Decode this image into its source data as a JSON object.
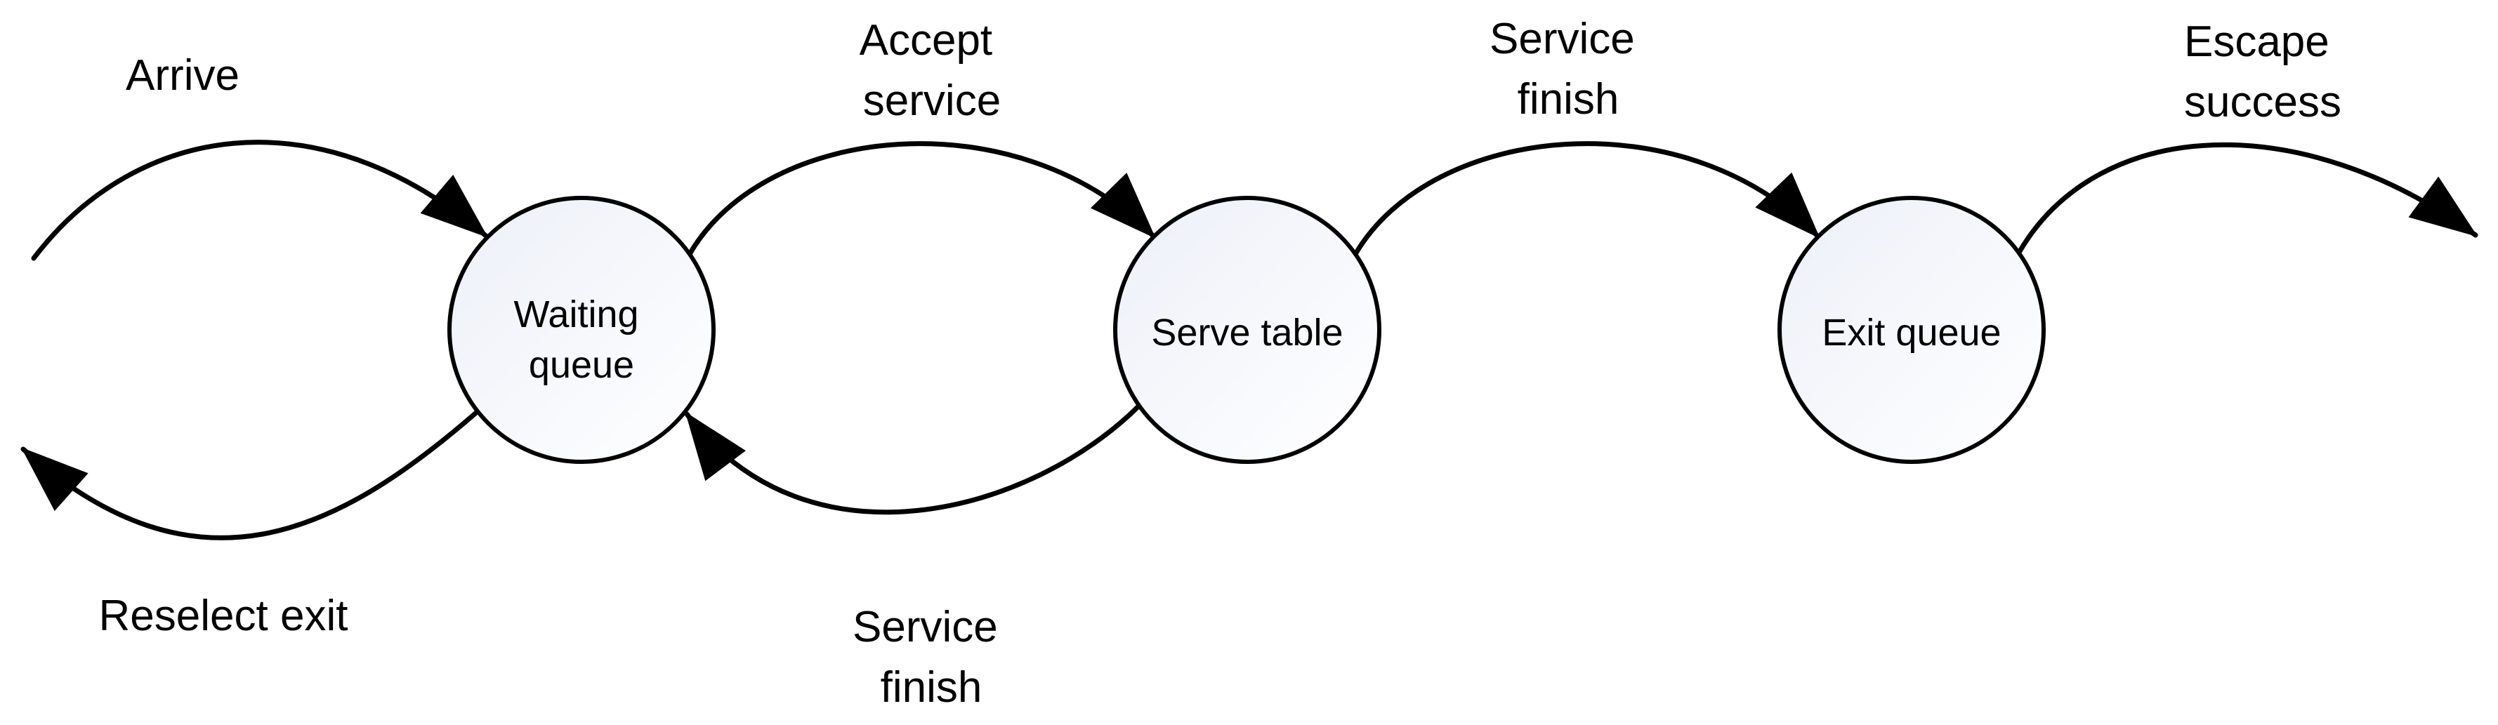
{
  "diagram": {
    "type": "state-flow-diagram",
    "background_color": "#ffffff",
    "line_color": "#000000",
    "text_color": "#000000",
    "node_fill_top": "#ecf0f8",
    "node_fill_bottom": "#ffffff",
    "nodes": [
      {
        "id": "waiting-queue",
        "label": "Waiting queue",
        "lines": [
          "Waiting",
          "queue"
        ]
      },
      {
        "id": "serve-table",
        "label": "Serve table",
        "lines": [
          "Serve table"
        ]
      },
      {
        "id": "exit-queue",
        "label": "Exit queue",
        "lines": [
          "Exit queue"
        ]
      }
    ],
    "edges": [
      {
        "id": "arrive",
        "label": "Arrive",
        "lines": [
          "Arrive"
        ],
        "from": "outside-left",
        "to": "waiting-queue"
      },
      {
        "id": "accept-service",
        "label": "Accept service",
        "lines": [
          "Accept",
          "service"
        ],
        "from": "waiting-queue",
        "to": "serve-table"
      },
      {
        "id": "service-finish",
        "label": "Service finish",
        "lines": [
          "Service",
          "finish"
        ],
        "from": "serve-table",
        "to": "exit-queue"
      },
      {
        "id": "escape-success",
        "label": "Escape success",
        "lines": [
          "Escape",
          "success"
        ],
        "from": "exit-queue",
        "to": "outside-right"
      },
      {
        "id": "reselect-exit",
        "label": "Reselect exit",
        "lines": [
          "Reselect exit"
        ],
        "from": "waiting-queue",
        "to": "outside-left"
      },
      {
        "id": "service-finish-return",
        "label": "Service finish",
        "lines": [
          "Service",
          "finish"
        ],
        "from": "serve-table",
        "to": "waiting-queue"
      }
    ]
  }
}
